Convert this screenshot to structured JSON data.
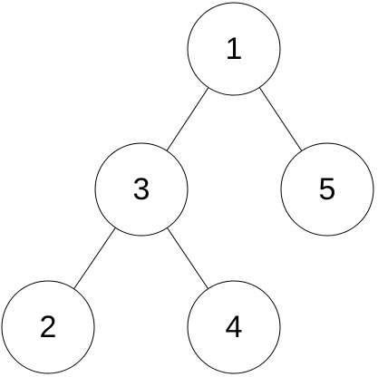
{
  "tree": {
    "nodes": [
      {
        "id": "n1",
        "label": "1"
      },
      {
        "id": "n3",
        "label": "3"
      },
      {
        "id": "n5",
        "label": "5"
      },
      {
        "id": "n2",
        "label": "2"
      },
      {
        "id": "n4",
        "label": "4"
      }
    ],
    "edges": [
      {
        "from": "n1",
        "to": "n3"
      },
      {
        "from": "n1",
        "to": "n5"
      },
      {
        "from": "n3",
        "to": "n2"
      },
      {
        "from": "n3",
        "to": "n4"
      }
    ]
  }
}
